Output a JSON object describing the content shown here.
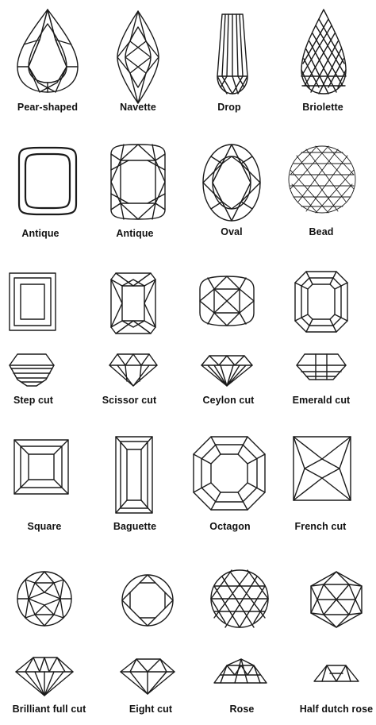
{
  "labels": {
    "pear_shaped": "Pear-shaped",
    "navette": "Navette",
    "drop": "Drop",
    "briolette": "Briolette",
    "antique_1": "Antique",
    "antique_2": "Antique",
    "oval": "Oval",
    "bead": "Bead",
    "step_cut": "Step cut",
    "scissor_cut": "Scissor cut",
    "ceylon_cut": "Ceylon cut",
    "emerald_cut": "Emerald cut",
    "square": "Square",
    "baguette": "Baguette",
    "octagon": "Octagon",
    "french_cut": "French cut",
    "brilliant_full_cut": "Brilliant full cut",
    "eight_cut": "Eight cut",
    "rose": "Rose",
    "half_dutch_rose": "Half dutch rose"
  },
  "colors": {
    "line": "#1a1a1a",
    "text": "#111111",
    "background": "#ffffff"
  }
}
